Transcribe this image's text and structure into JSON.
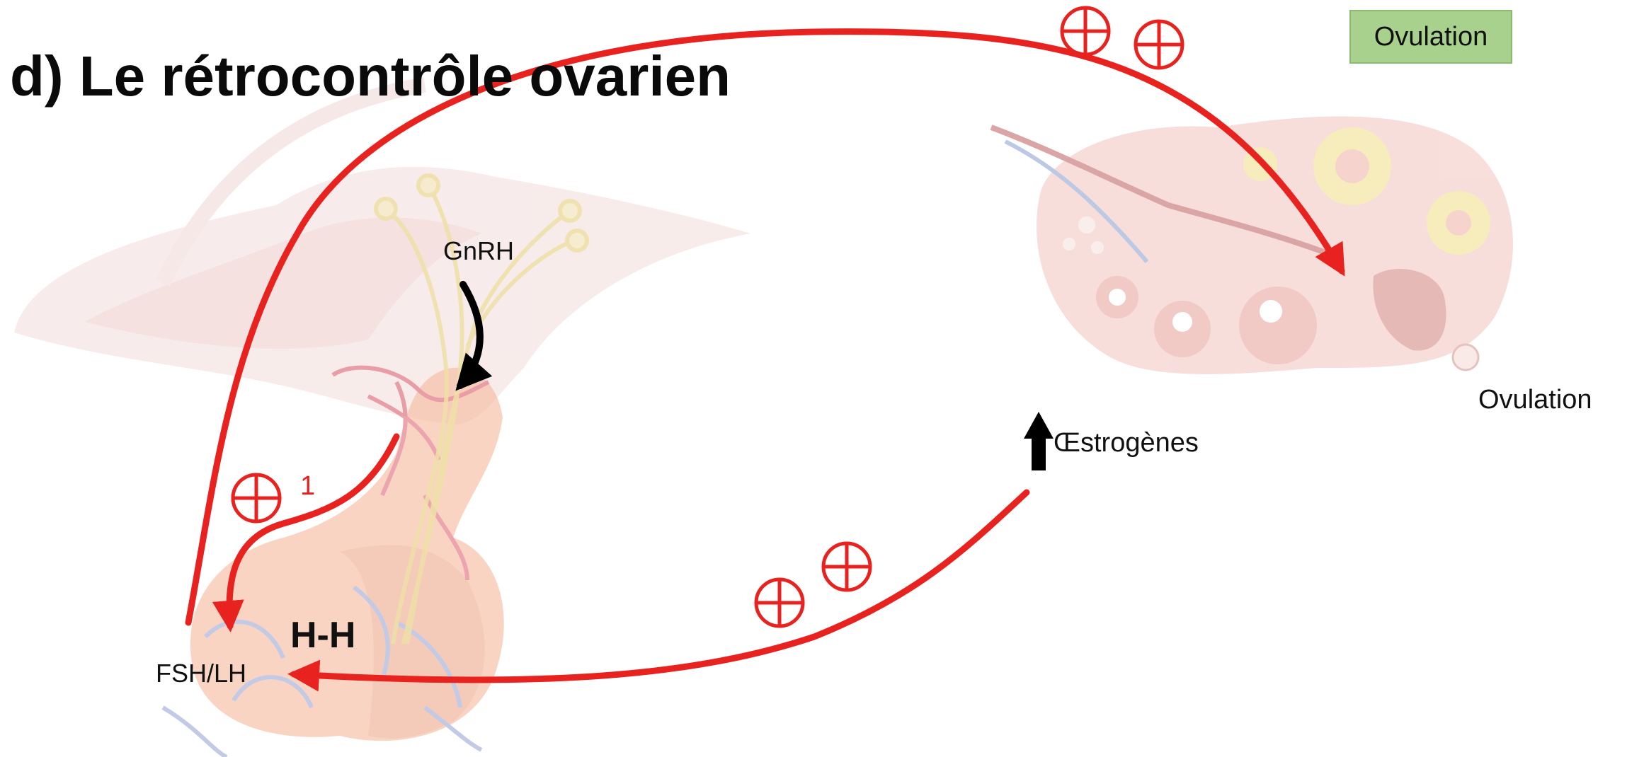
{
  "title": "d) Le rétrocontrôle ovarien",
  "badge": {
    "label": "Ovulation",
    "color": "#a9d18e"
  },
  "labels": {
    "gnrh": "GnRH",
    "hh": "H-H",
    "fsh_lh": "FSH/LH",
    "ovulation": "Ovulation",
    "estrogens": "Œstrogènes",
    "step_number": "1"
  },
  "colors": {
    "feedback_arrow": "#e8231f",
    "gnrh_arrow": "#000000",
    "plus_symbol": "#e8231f"
  },
  "symbols": {
    "positive_feedback": "plus-in-circle",
    "estrogen_increase": "up-arrow"
  }
}
